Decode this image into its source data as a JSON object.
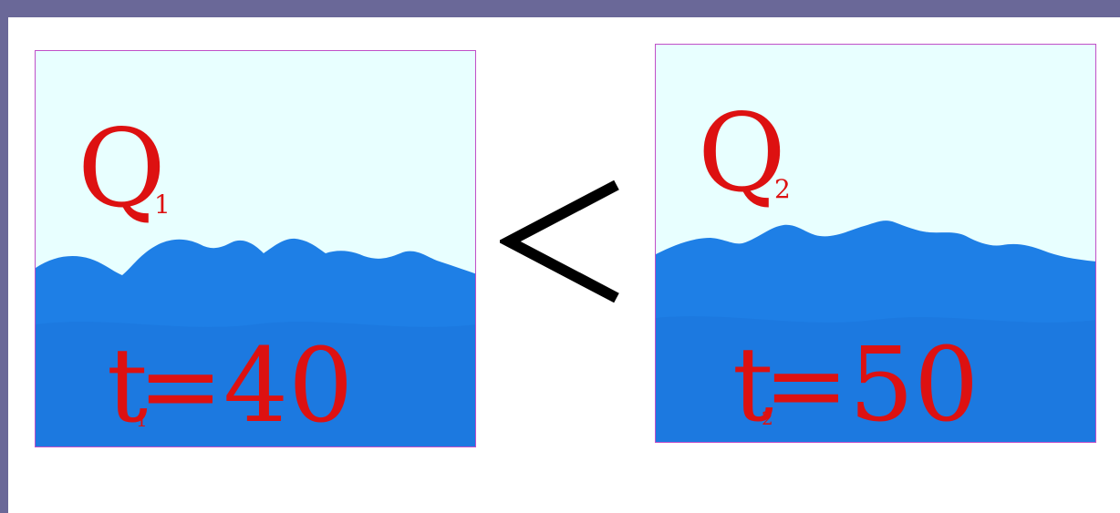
{
  "colors": {
    "frame": "#6a6898",
    "sky": "#e8ffff",
    "water": "#1e7fe6",
    "panel_border": "#c050c8",
    "label": "#dd1111",
    "operator": "#000000"
  },
  "left_panel": {
    "q_symbol": "Q",
    "q_subscript": "1",
    "t_symbol": "t",
    "t_subscript": "1",
    "equals_value": "=40"
  },
  "right_panel": {
    "q_symbol": "Q",
    "q_subscript": "2",
    "t_symbol": "t",
    "t_subscript": "2",
    "equals_value": "=50"
  },
  "operator": "<"
}
